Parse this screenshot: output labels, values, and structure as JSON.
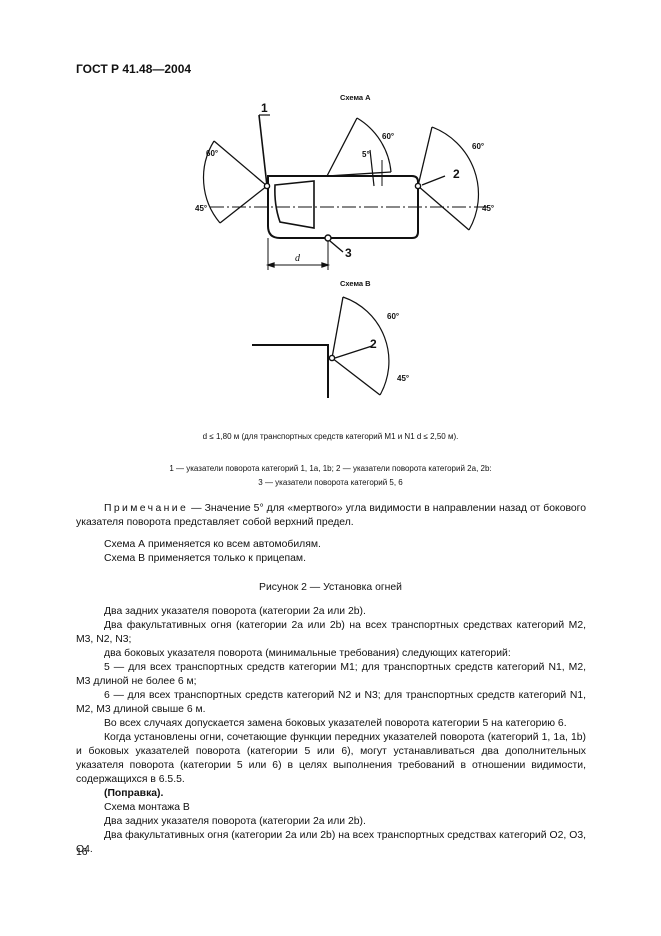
{
  "header": "ГОСТ Р 41.48—2004",
  "figure": {
    "scheme_a_label": "Схема А",
    "scheme_b_label": "Схема В",
    "angles": {
      "a_left_top": "60°",
      "a_left_bottom": "45°",
      "a_side_top": "60°",
      "a_side_dead": "5°",
      "a_right_top": "60°",
      "a_right_bottom": "45°",
      "b_top": "60°",
      "b_bottom": "45°"
    },
    "callouts": {
      "one": "1",
      "two": "2",
      "three": "3",
      "b_two": "2"
    },
    "dimension": "d",
    "dimension_note": "d  ≤ 1,80 м (для транспортных средств категорий M1 и N1 d ≤ 2,50 м).",
    "legend_line1": "1 — указатели поворота категорий 1, 1a, 1b; 2 — указатели поворота категорий 2a, 2b:",
    "legend_line2": "3 — указатели поворота категорий 5, 6"
  },
  "note": {
    "label": "Примечание",
    "text": " — Значение 5° для «мертвого» угла видимости в направлении назад от бокового указателя поворота представляет собой верхний предел."
  },
  "scheme_lines": [
    "Схема А применяется ко всем автомобилям.",
    "Схема В применяется только к прицепам."
  ],
  "figure_caption": "Рисунок 2 — Установка огней",
  "paragraphs": [
    "Два задних указателя поворота (категории 2a или 2b).",
    "Два факультативных огня (категории 2a или 2b) на всех транспортных средствах категорий M2, M3, N2, N3;",
    "два боковых указателя поворота (минимальные требования) следующих категорий:",
    "5 — для всех транспортных средств категории M1; для транспортных средств категорий N1, M2, M3 длиной не более 6 м;",
    "6 — для всех транспортных средств категорий N2 и N3; для транспортных средств категорий N1, M2, M3 длиной свыше 6 м.",
    "Во всех случаях допускается замена боковых указателей поворота категории 5 на категорию 6.",
    "Когда установлены огни, сочетающие функции передних указателей поворота (категорий 1, 1a, 1b) и боковых указателей поворота (категории 5 или 6), могут устанавливаться два дополнительных указателя поворота (категории 5 или 6) в целях выполнения требований в отношении видимости, содержащихся в 6.5.5.",
    "(Поправка).",
    "Схема монтажа В",
    "Два задних указателя поворота (категории 2a или 2b).",
    "Два факультативных огня (категории 2a или 2b) на всех транспортных средствах категорий O2, O3, O4."
  ],
  "page_number": "16"
}
